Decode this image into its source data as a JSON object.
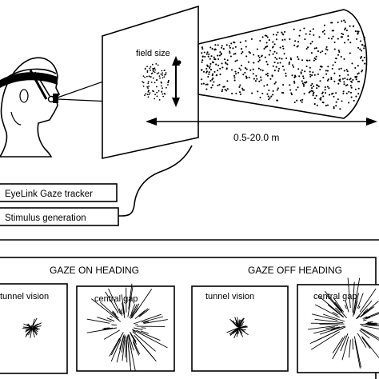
{
  "setup": {
    "field_size_label": "field  size",
    "distance_label": "0.5-20.0  m",
    "eyelink_label": "EyeLink  Gaze  tracker",
    "stimulus_label": "Stimulus     generation"
  },
  "conditions": {
    "gaze_on_heading": "GAZE  ON  HEADING",
    "gaze_off_heading": "GAZE  OFF  HEADING",
    "panels": [
      {
        "label": "tunnel   vision"
      },
      {
        "label": "central   gap"
      },
      {
        "label": "tunnel   vision"
      },
      {
        "label": "central   gap"
      }
    ]
  },
  "colors": {
    "ink": "#000000",
    "paper": "#ffffff"
  }
}
